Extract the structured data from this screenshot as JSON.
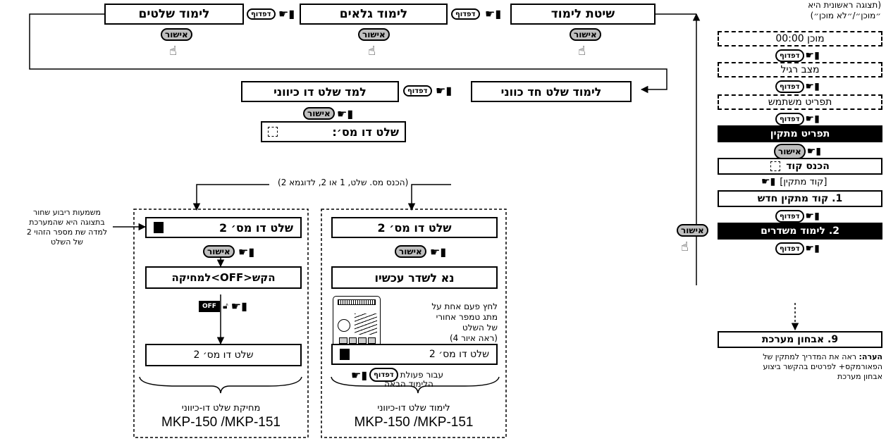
{
  "btn": {
    "next": "דפדוף",
    "ok": "אישור"
  },
  "top": {
    "learn_mode": "שיטת לימוד",
    "learn_detectors": "לימוד גלאים",
    "learn_remotes": "לימוד שלטים"
  },
  "row2": {
    "learn_oneway": "לימוד שלט חד כווני",
    "learn_twoway": "למד שלט דו כיווני"
  },
  "twoway_no": "שלט דו מס׳:",
  "enter_hint": "(הכנס מס. שלט, 1 או 2, לדוגמא 2)",
  "black_square_note": [
    "משמעות ריבוע שחור",
    "בתצוגה היא שהמערכת",
    "למדה שת מספר הזהוי 2",
    "של השלט"
  ],
  "left_col": {
    "remote2": "שלט דו מס׳ 2",
    "press_off": "הקש<OFF>למחיקה",
    "off_key": "OFF",
    "remote2_result": "שלט דו מס׳ 2",
    "caption": [
      "מחיקת שלט דו-כיווני",
      "MKP-150 /MKP-151"
    ]
  },
  "mid_col": {
    "remote2": "שלט דו מס׳ 2",
    "transmit_now": "נא לשדר עכשיו",
    "tamper_note": [
      "לחץ פעם אחת על",
      "מתג טמפר אחורי",
      "של השלט",
      "(ראה איור 4)"
    ],
    "remote2_result": "שלט דו מס׳ 2",
    "for_next": [
      "עבור פעולת",
      "הלימוד הבאה"
    ],
    "caption": [
      "לימוד שלט דו-כיווני",
      "MKP-150 /MKP-151"
    ]
  },
  "right_col": {
    "initial": [
      "(תצוגה ראשונית היא",
      "״מוכן״/״לא מוכן״)"
    ],
    "ready": "מוכן 00:00",
    "normal": "מצב רגיל",
    "user_menu": "תפריט משתמש",
    "installer_menu": "תפריט מתקין",
    "enter_code": "הכנס קוד",
    "installer_code": "[קוד מתקין]",
    "new_code": "1. קוד מתקין חדש",
    "enroll": "2. לימוד משדרים",
    "system_test": "9. אבחון מערכת",
    "note_label": "הערה:",
    "note": [
      " ראה את המדריך למתקין של",
      "הפאורמקס+ לפרטים בהקשר ביצוע",
      "אבחון מערכת"
    ]
  }
}
